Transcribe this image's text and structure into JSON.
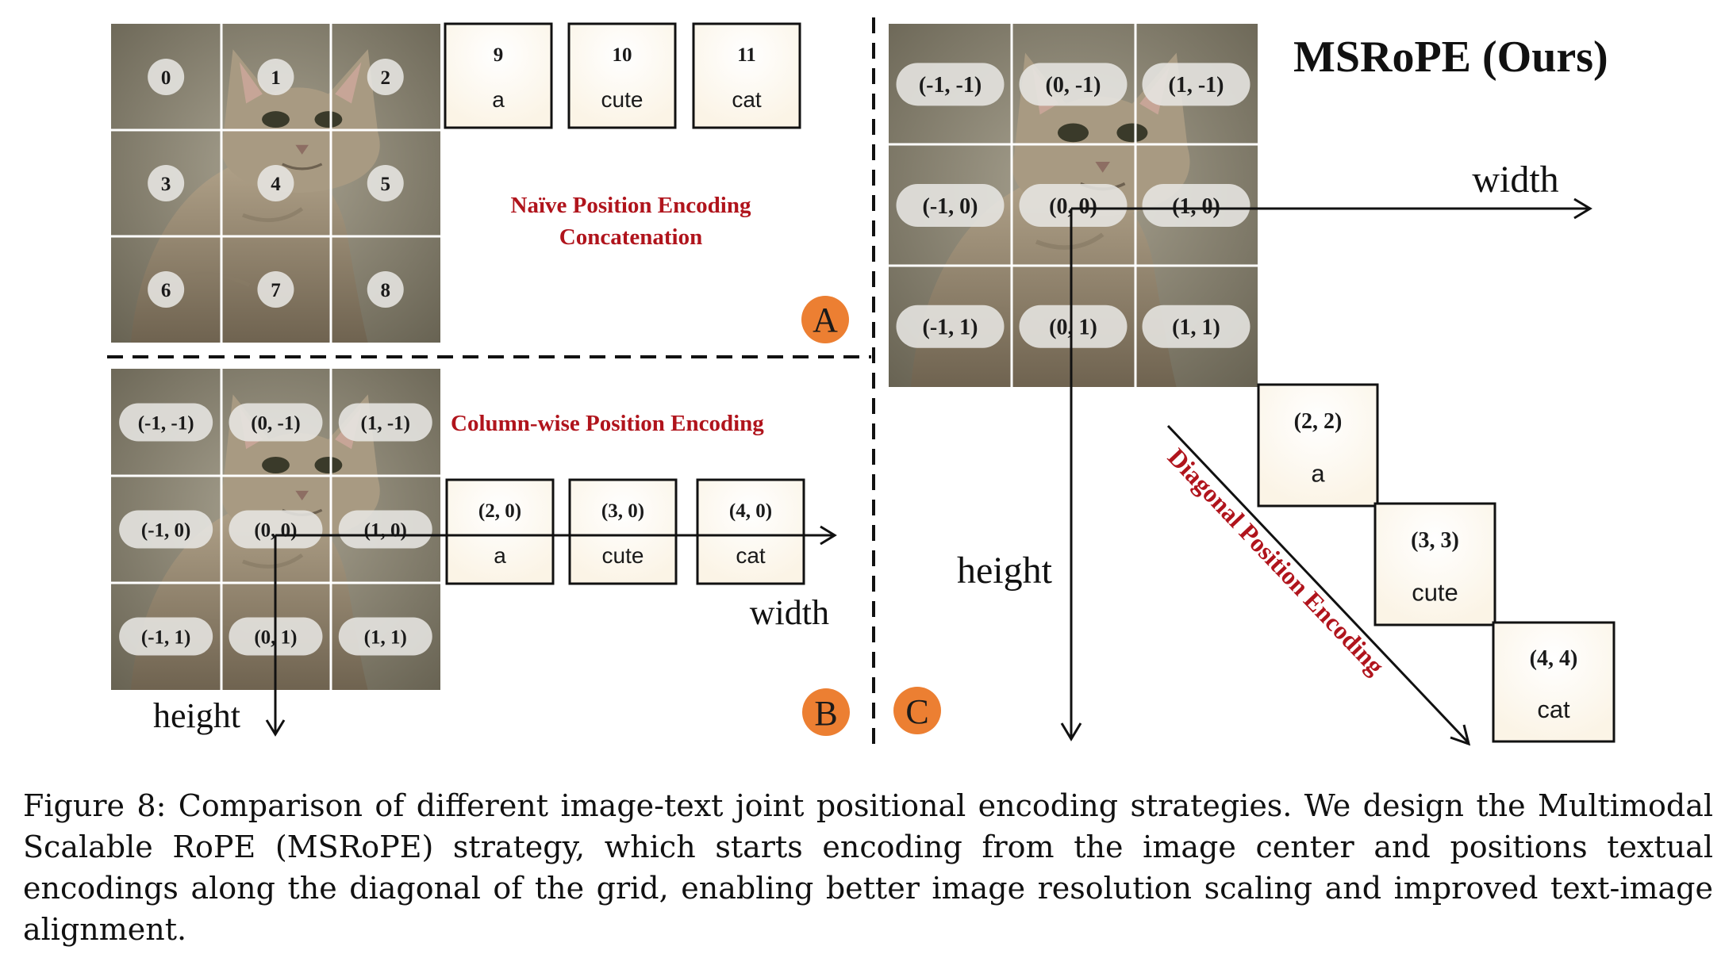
{
  "figure": {
    "panel_A": {
      "patch_labels": [
        "0",
        "1",
        "2",
        "3",
        "4",
        "5",
        "6",
        "7",
        "8"
      ],
      "text_tokens": [
        {
          "index": "9",
          "word": "a"
        },
        {
          "index": "10",
          "word": "cute"
        },
        {
          "index": "11",
          "word": "cat"
        }
      ],
      "title_lines": [
        "Naïve Position Encoding",
        "Concatenation"
      ],
      "badge": "A"
    },
    "panel_B": {
      "patch_labels": [
        "(-1, -1)",
        "(0, -1)",
        "(1, -1)",
        "(-1, 0)",
        "(0, 0)",
        "(1, 0)",
        "(-1, 1)",
        "(0, 1)",
        "(1, 1)"
      ],
      "text_tokens": [
        {
          "index": "(2, 0)",
          "word": "a"
        },
        {
          "index": "(3, 0)",
          "word": "cute"
        },
        {
          "index": "(4, 0)",
          "word": "cat"
        }
      ],
      "title": "Column-wise Position Encoding",
      "width_label": "width",
      "height_label": "height",
      "badge": "B"
    },
    "panel_C": {
      "title": "MSRoPE (Ours)",
      "patch_labels": [
        "(-1, -1)",
        "(0, -1)",
        "(1, -1)",
        "(-1, 0)",
        "(0, 0)",
        "(1, 0)",
        "(-1, 1)",
        "(0, 1)",
        "(1, 1)"
      ],
      "text_tokens": [
        {
          "index": "(2, 2)",
          "word": "a"
        },
        {
          "index": "(3, 3)",
          "word": "cute"
        },
        {
          "index": "(4, 4)",
          "word": "cat"
        }
      ],
      "diagonal_label": "Diagonal Position Encoding",
      "width_label": "width",
      "height_label": "height",
      "badge": "C"
    },
    "colors": {
      "accent_red": "#b0141c",
      "badge_orange": "#ec7f32",
      "token_fill": "#fdf8ee",
      "cat_fur": "#9a8a73",
      "background": "#8e8877"
    }
  },
  "caption": "Figure 8: Comparison of different image-text joint positional encoding strategies. We design the Multimodal Scalable RoPE (MSRoPE) strategy, which starts encoding from the image center and positions textual encodings along the diagonal of the grid, enabling better image resolution scaling and improved text-image alignment."
}
